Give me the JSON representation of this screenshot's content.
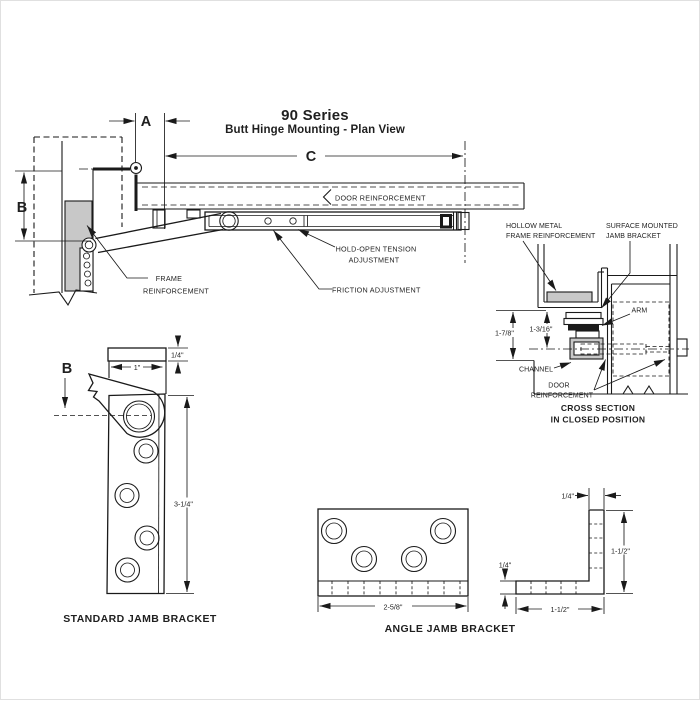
{
  "title": {
    "line1": "90 Series",
    "line2": "Butt Hinge Mounting - Plan View"
  },
  "plan": {
    "dim_a": "A",
    "dim_b": "B",
    "dim_c": "C",
    "door_reinforcement": "DOOR REINFORCEMENT",
    "hold_open_1": "HOLD-OPEN TENSION",
    "hold_open_2": "ADJUSTMENT",
    "friction": "FRICTION ADJUSTMENT",
    "frame_1": "FRAME",
    "frame_2": "REINFORCEMENT"
  },
  "cross_section": {
    "hollow_1": "HOLLOW METAL",
    "hollow_2": "FRAME REINFORCEMENT",
    "surface_1": "SURFACE MOUNTED",
    "surface_2": "JAMB BRACKET",
    "arm": "ARM",
    "channel": "CHANNEL",
    "door_1": "DOOR",
    "door_2": "REINFORCEMENT",
    "dim_projection": "1-3/16\"",
    "dim_height": "1-7/8\"",
    "caption_1": "CROSS SECTION",
    "caption_2": "IN CLOSED POSITION"
  },
  "standard_bracket": {
    "dim_b": "B",
    "dim_thickness": "1/4\"",
    "dim_width": "1\"",
    "dim_height": "3-1/4\"",
    "caption": "STANDARD JAMB BRACKET"
  },
  "angle_bracket": {
    "dim_width": "2-5/8\"",
    "caption": "ANGLE JAMB BRACKET"
  },
  "angle_side": {
    "dim_top": "1/4\"",
    "dim_right": "1-1/2\"",
    "dim_left": "1/4\"",
    "dim_bottom": "1-1/2\""
  },
  "colors": {
    "line": "#1a1a1a",
    "gray": "#c8c8c8",
    "background": "#ffffff"
  }
}
